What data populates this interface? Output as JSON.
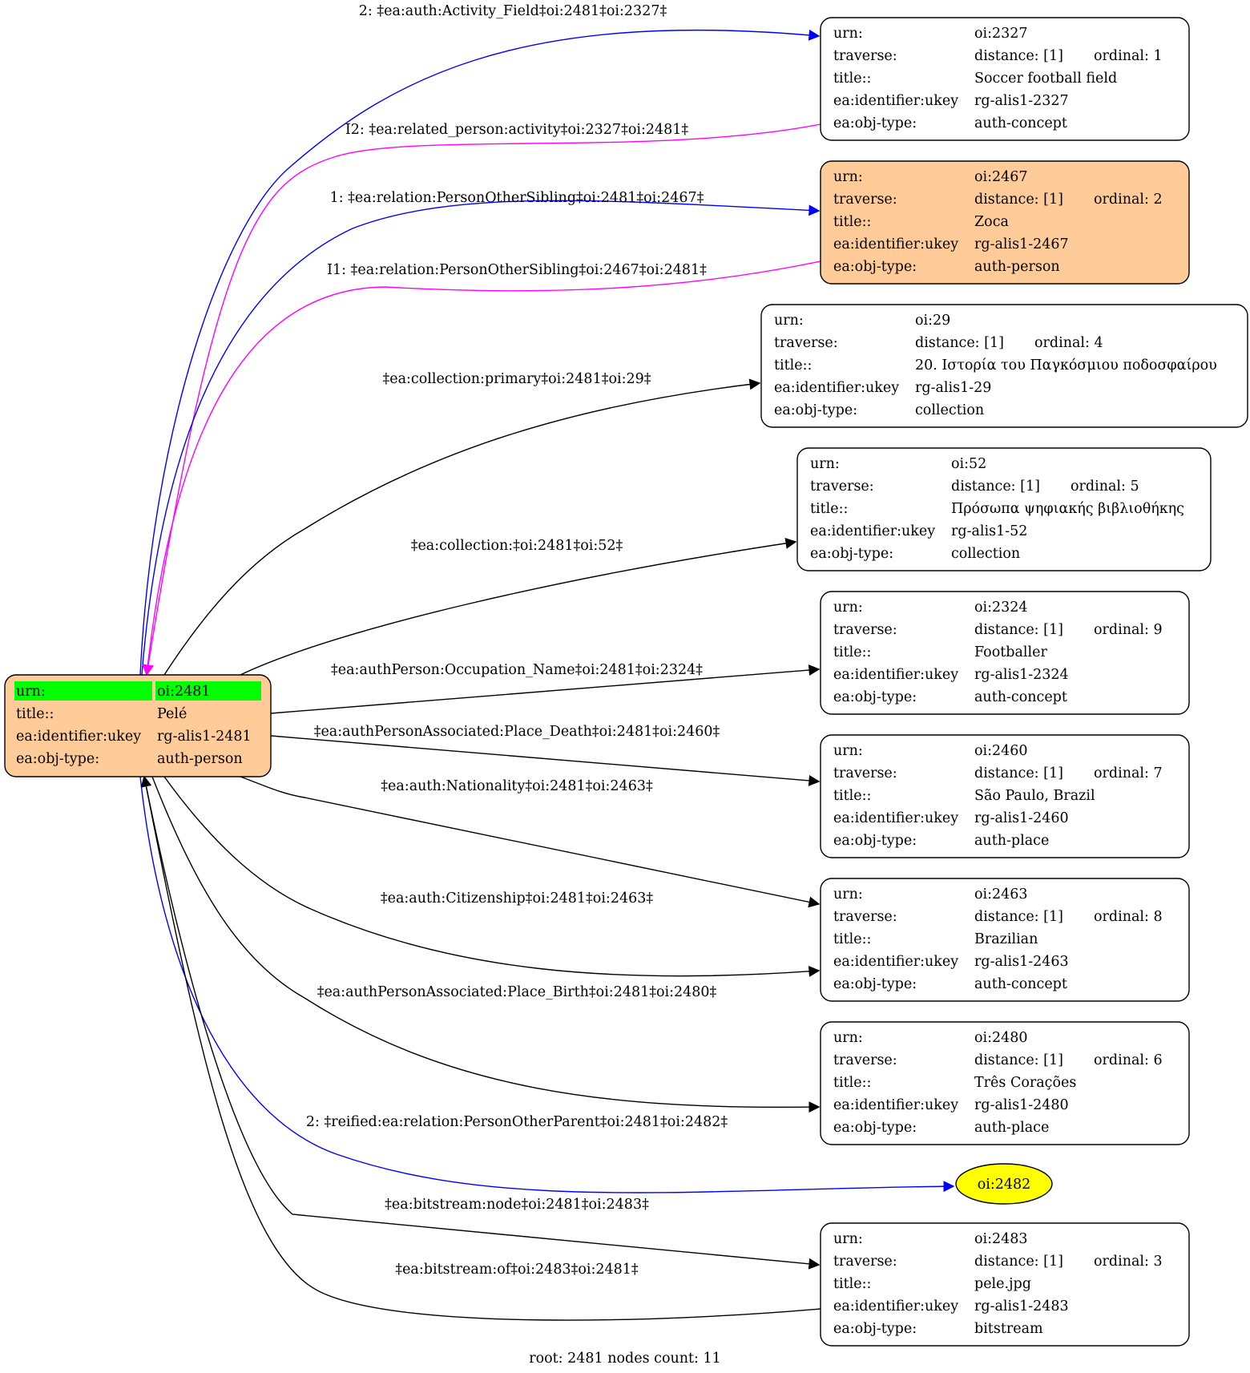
{
  "colors": {
    "black_edge": "#000000",
    "blue_edge": "#0000ff",
    "magenta_edge": "#ff00ff",
    "root_fill": "#ffcc99",
    "highlight_fill": "#00ff00",
    "blank_fill": "#ffff00",
    "node_fill": "#ffffff"
  },
  "root": {
    "id": "oi:2481",
    "rows": [
      {
        "key": "urn:",
        "value": "oi:2481"
      },
      {
        "key": "title::",
        "value": "Pelé"
      },
      {
        "key": "ea:identifier:ukey",
        "value": "rg-alis1-2481"
      },
      {
        "key": "ea:obj-type:",
        "value": "auth-person"
      }
    ]
  },
  "nodes": [
    {
      "id": "oi:2327",
      "fill": "white",
      "urn": "oi:2327",
      "distance": "distance: [1]",
      "ordinal": "ordinal: 1",
      "title": "Soccer football  field",
      "ukey": "rg-alis1-2327",
      "type": "auth-concept"
    },
    {
      "id": "oi:2467",
      "fill": "orange",
      "urn": "oi:2467",
      "distance": "distance: [1]",
      "ordinal": "ordinal: 2",
      "title": "Zoca",
      "ukey": "rg-alis1-2467",
      "type": "auth-person"
    },
    {
      "id": "oi:29",
      "fill": "white",
      "urn": "oi:29",
      "distance": "distance: [1]",
      "ordinal": "ordinal: 4",
      "title": "20. Ιστορία του Παγκόσμιου ποδοσφαίρου",
      "ukey": "rg-alis1-29",
      "type": "collection"
    },
    {
      "id": "oi:52",
      "fill": "white",
      "urn": "oi:52",
      "distance": "distance: [1]",
      "ordinal": "ordinal: 5",
      "title": "Πρόσωπα ψηφιακής βιβλιοθήκης",
      "ukey": "rg-alis1-52",
      "type": "collection"
    },
    {
      "id": "oi:2324",
      "fill": "white",
      "urn": "oi:2324",
      "distance": "distance: [1]",
      "ordinal": "ordinal: 9",
      "title": "Footballer",
      "ukey": "rg-alis1-2324",
      "type": "auth-concept"
    },
    {
      "id": "oi:2460",
      "fill": "white",
      "urn": "oi:2460",
      "distance": "distance: [1]",
      "ordinal": "ordinal: 7",
      "title": "São Paulo, Brazil",
      "ukey": "rg-alis1-2460",
      "type": "auth-place"
    },
    {
      "id": "oi:2463",
      "fill": "white",
      "urn": "oi:2463",
      "distance": "distance: [1]",
      "ordinal": "ordinal: 8",
      "title": "Brazilian",
      "ukey": "rg-alis1-2463",
      "type": "auth-concept"
    },
    {
      "id": "oi:2480",
      "fill": "white",
      "urn": "oi:2480",
      "distance": "distance: [1]",
      "ordinal": "ordinal: 6",
      "title": "Três Corações",
      "ukey": "rg-alis1-2480",
      "type": "auth-place"
    },
    {
      "id": "oi:2483",
      "fill": "white",
      "urn": "oi:2483",
      "distance": "distance: [1]",
      "ordinal": "ordinal: 3",
      "title": "pele.jpg",
      "ukey": "rg-alis1-2483",
      "type": "bitstream"
    }
  ],
  "row_keys": {
    "urn": "urn:",
    "traverse": "traverse:",
    "title": "title::",
    "ukey": "ea:identifier:ukey",
    "type": "ea:obj-type:"
  },
  "blank_node": {
    "id": "oi:2482",
    "label": "oi:2482"
  },
  "edges": [
    {
      "from": "oi:2481",
      "to": "oi:2327",
      "color": "blue",
      "label": "2: ‡ea:auth:Activity_Field‡oi:2481‡oi:2327‡"
    },
    {
      "from": "oi:2327",
      "to": "oi:2481",
      "color": "magenta",
      "label": "I2: ‡ea:related_person:activity‡oi:2327‡oi:2481‡"
    },
    {
      "from": "oi:2481",
      "to": "oi:2467",
      "color": "blue",
      "label": "1: ‡ea:relation:PersonOtherSibling‡oi:2481‡oi:2467‡"
    },
    {
      "from": "oi:2467",
      "to": "oi:2481",
      "color": "magenta",
      "label": "I1: ‡ea:relation:PersonOtherSibling‡oi:2467‡oi:2481‡"
    },
    {
      "from": "oi:2481",
      "to": "oi:29",
      "color": "black",
      "label": "‡ea:collection:primary‡oi:2481‡oi:29‡"
    },
    {
      "from": "oi:2481",
      "to": "oi:52",
      "color": "black",
      "label": "‡ea:collection:‡oi:2481‡oi:52‡"
    },
    {
      "from": "oi:2481",
      "to": "oi:2324",
      "color": "black",
      "label": "‡ea:authPerson:Occupation_Name‡oi:2481‡oi:2324‡"
    },
    {
      "from": "oi:2481",
      "to": "oi:2460",
      "color": "black",
      "label": "‡ea:authPersonAssociated:Place_Death‡oi:2481‡oi:2460‡"
    },
    {
      "from": "oi:2481",
      "to": "oi:2463",
      "color": "black",
      "label": "‡ea:auth:Nationality‡oi:2481‡oi:2463‡"
    },
    {
      "from": "oi:2481",
      "to": "oi:2463",
      "color": "black",
      "label": "‡ea:auth:Citizenship‡oi:2481‡oi:2463‡"
    },
    {
      "from": "oi:2481",
      "to": "oi:2480",
      "color": "black",
      "label": "‡ea:authPersonAssociated:Place_Birth‡oi:2481‡oi:2480‡"
    },
    {
      "from": "oi:2481",
      "to": "oi:2482",
      "color": "blue",
      "label": "2: ‡reified:ea:relation:PersonOtherParent‡oi:2481‡oi:2482‡"
    },
    {
      "from": "oi:2481",
      "to": "oi:2483",
      "color": "black",
      "label": "‡ea:bitstream:node‡oi:2481‡oi:2483‡"
    },
    {
      "from": "oi:2483",
      "to": "oi:2481",
      "color": "black",
      "label": "‡ea:bitstream:of‡oi:2483‡oi:2481‡"
    }
  ],
  "footer": "root: 2481 nodes count: 11"
}
